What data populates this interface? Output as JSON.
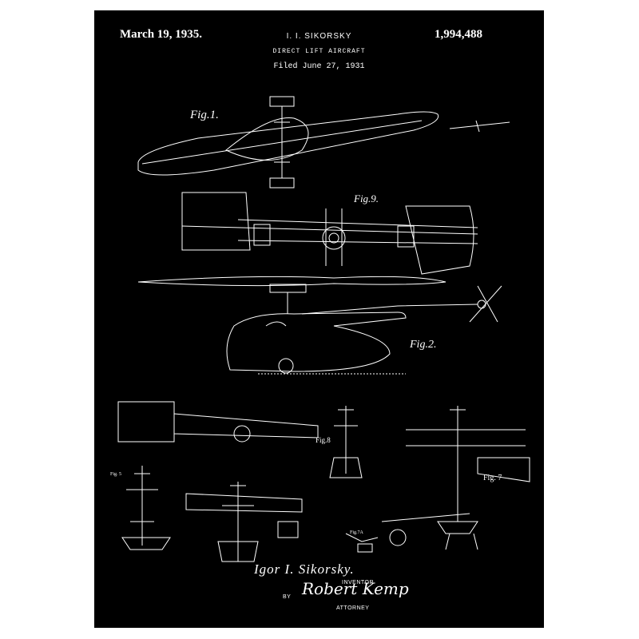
{
  "header": {
    "date": "March 19, 1935.",
    "inventor_name": "I. I. SIKORSKY",
    "title": "DIRECT LIFT AIRCRAFT",
    "filed": "Filed June 27, 1931",
    "patent_number": "1,994,488"
  },
  "figures": {
    "fig1": "Fig.1.",
    "fig9": "Fig.9.",
    "fig2": "Fig.2.",
    "fig8": "Fig.8",
    "fig7": "Fig. 7",
    "fig5": "Fig. 5",
    "fig7a": "Fig.7A"
  },
  "signature": {
    "name": "Igor I. Sikorsky.",
    "inventor_label": "INVENTOR",
    "by_label": "BY",
    "attorney_signature": "Robert Kemp",
    "attorney_label": "ATTORNEY"
  },
  "colors": {
    "background": "#000000",
    "ink": "#ffffff",
    "frame": "#ffffff"
  }
}
